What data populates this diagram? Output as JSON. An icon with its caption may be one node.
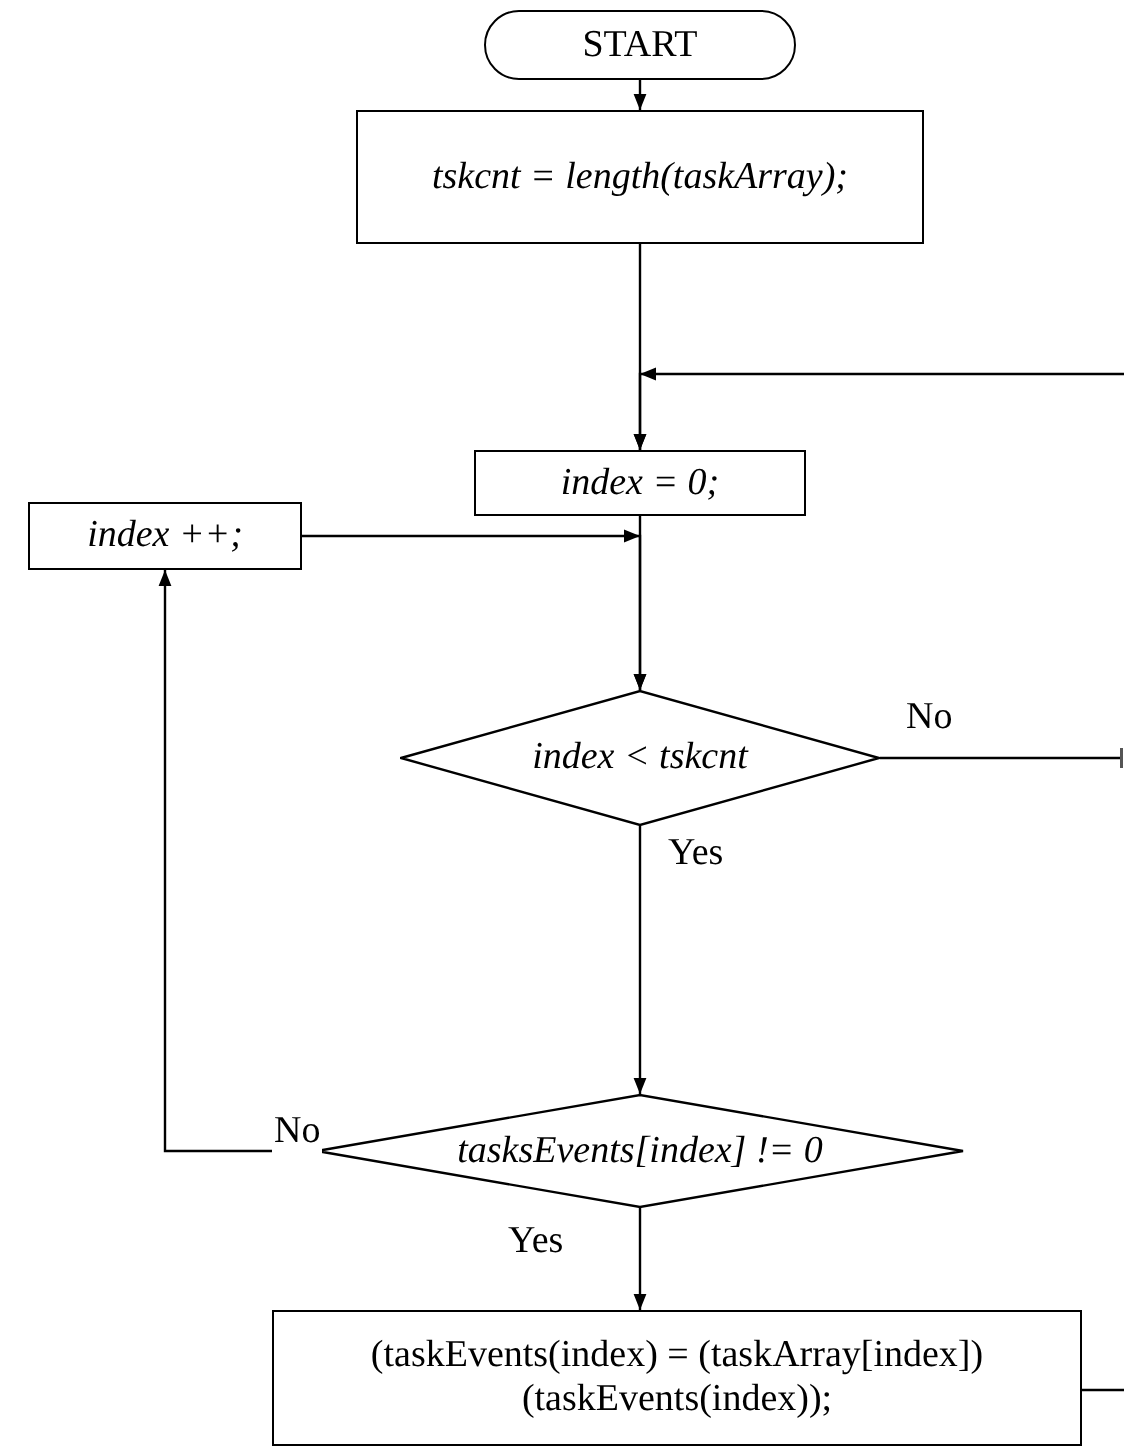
{
  "diagram": {
    "nodes": [
      {
        "text": [
          "START"
        ]
      },
      {
        "text": [
          "tskcnt = length(taskArray);"
        ]
      },
      {
        "text": [
          "index = 0;"
        ]
      },
      {
        "text": [
          "index ++;"
        ]
      },
      {
        "text": [
          "index < tskcnt"
        ]
      },
      {
        "text": [
          "tasksEvents[index] != 0"
        ]
      },
      {
        "text": [
          "(taskEvents(index) = (taskArray[index])(taskEvents(index));"
        ]
      }
    ],
    "edges": [
      {
        "from": 0,
        "to": 1,
        "arrow": "to"
      },
      {
        "from": 1,
        "to": 2,
        "arrow": "to"
      },
      {
        "from": null,
        "to": 2,
        "arrow": "to"
      },
      {
        "from": 2,
        "to": 4,
        "arrow": "to"
      },
      {
        "from": 3,
        "to": 4,
        "arrow": "to"
      },
      {
        "from": 4,
        "to": null,
        "label": "No",
        "arrow": "other"
      },
      {
        "from": 4,
        "to": 5,
        "label": "Yes",
        "arrow": "to"
      },
      {
        "from": 5,
        "to": 3,
        "label": "No",
        "arrow": "to"
      },
      {
        "from": 5,
        "to": 6,
        "label": "Yes",
        "arrow": "to"
      },
      {
        "from": 6,
        "to": null,
        "arrow": "none"
      }
    ]
  }
}
